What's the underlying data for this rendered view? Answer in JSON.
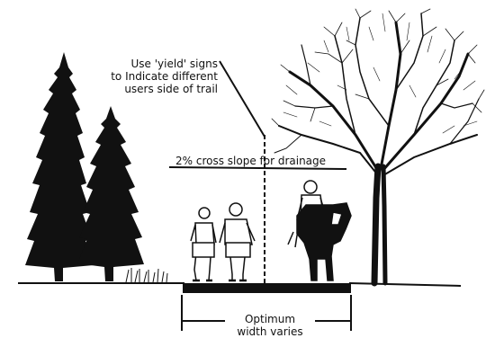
{
  "annotations": {
    "sign_note": [
      "Use 'yield' signs",
      "to Indicate different",
      "users side of trail"
    ],
    "slope_note": "2% cross slope for drainage",
    "width_note": [
      "Optimum",
      "width varies"
    ]
  },
  "colors": {
    "ink": "#111111",
    "background": "#ffffff"
  }
}
